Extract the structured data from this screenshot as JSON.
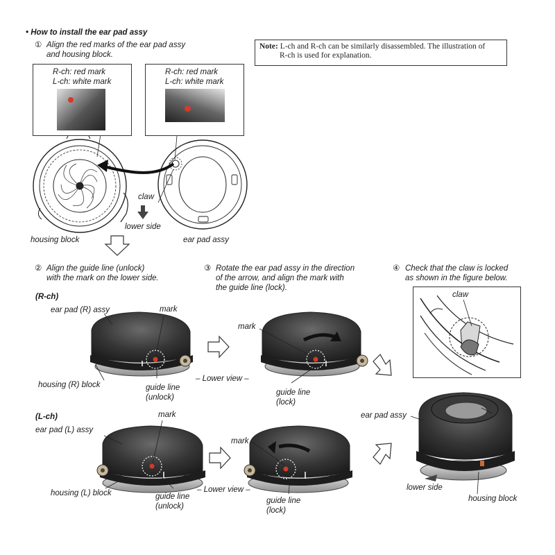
{
  "title": "How to install the ear pad assy",
  "note": {
    "label": "Note:",
    "line1": "L-ch and R-ch can be similarly disassembled. The illustration of",
    "line2": "R-ch is used for explanation."
  },
  "step1": {
    "num": "①",
    "line1": "Align the red marks of the ear pad assy",
    "line2": "and housing block.",
    "box_rch": "R-ch: red mark",
    "box_lch": "L-ch: white mark",
    "claw": "claw",
    "lower_side": "lower side",
    "housing_block": "housing block",
    "ear_pad_assy": "ear pad assy"
  },
  "step2": {
    "num": "②",
    "line1": "Align the guide line (unlock)",
    "line2": "with the mark on the lower side."
  },
  "step3": {
    "num": "③",
    "line1": "Rotate the ear pad assy in the direction",
    "line2": "of the arrow, and align the mark with",
    "line3": "the guide line (lock)."
  },
  "step4": {
    "num": "④",
    "line1": "Check that the claw is locked",
    "line2": "as shown in the figure below.",
    "claw": "claw",
    "ear_pad_assy": "ear pad assy",
    "lower_side": "lower side",
    "housing_block": "housing block"
  },
  "rch": {
    "header": "(R-ch)",
    "ear_pad": "ear pad (R) assy",
    "mark": "mark",
    "housing": "housing (R) block",
    "guide_unlock_1": "guide line",
    "guide_unlock_2": "(unlock)",
    "mark_lock": "mark",
    "guide_lock_1": "guide line",
    "guide_lock_2": "(lock)"
  },
  "lch": {
    "header": "(L-ch)",
    "ear_pad": "ear pad (L) assy",
    "mark": "mark",
    "housing": "housing (L) block",
    "guide_unlock_1": "guide line",
    "guide_unlock_2": "(unlock)",
    "mark_lock": "mark",
    "guide_lock_1": "guide line",
    "guide_lock_2": "(lock)"
  },
  "lower_view": "– Lower view –",
  "colors": {
    "mark_red": "#d43a2a",
    "pad_dark": "#2b2b2b",
    "line": "#222222"
  }
}
